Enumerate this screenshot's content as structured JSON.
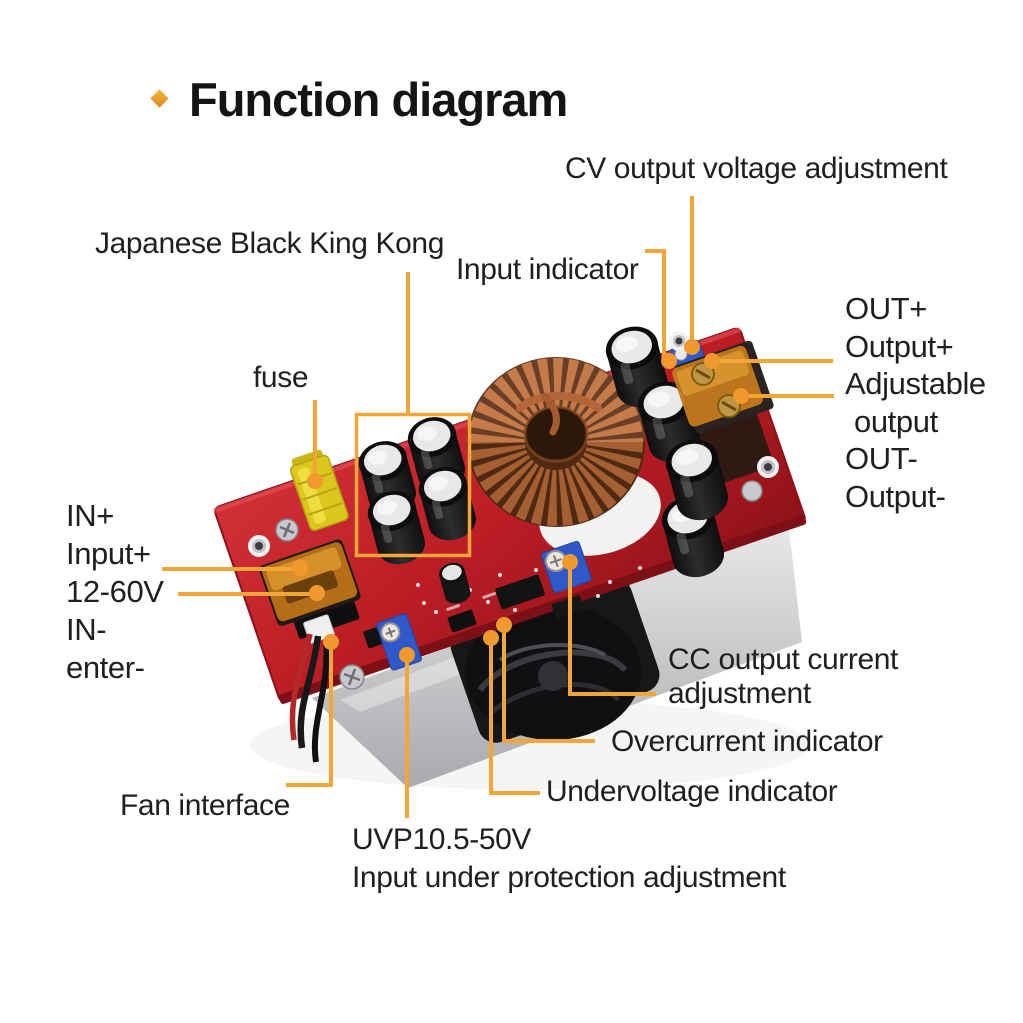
{
  "title": {
    "text": "Function diagram"
  },
  "callouts": {
    "cv": {
      "label": "CV output voltage adjustment"
    },
    "kong": {
      "label": "Japanese Black King Kong"
    },
    "input_indicator": {
      "label": "Input indicator"
    },
    "fuse": {
      "label": "fuse"
    },
    "output_block": {
      "lines": [
        "OUT+",
        "Output+",
        "Adjustable",
        "output",
        "OUT-",
        "Output-"
      ]
    },
    "input_block": {
      "lines": [
        "IN+",
        "Input+",
        "12-60V",
        "IN-",
        "enter-"
      ]
    },
    "cc": {
      "lines": [
        "CC output current",
        "adjustment"
      ]
    },
    "overcurrent": {
      "label": "Overcurrent indicator"
    },
    "undervoltage": {
      "label": "Undervoltage indicator"
    },
    "fan": {
      "label": "Fan interface"
    },
    "uvp": {
      "lines": [
        "UVP10.5-50V",
        "Input under protection adjustment"
      ]
    }
  },
  "colors": {
    "leader_line": "#F2A637",
    "leader_dot": "#F0992E",
    "title_bullet": "#E8A02C",
    "pcb_red": "#C2242C",
    "toroid_copper": "#C1703D",
    "fuse_yellow": "#DCC71E",
    "terminal_amber": "#C07518",
    "trimmer_blue": "#2F58C8",
    "text": "#1F1F1F"
  }
}
